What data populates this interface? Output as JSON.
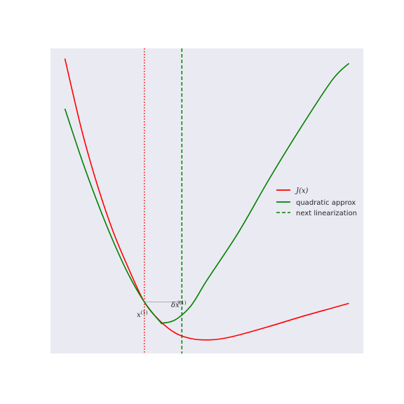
{
  "chart_data": {
    "type": "line",
    "title": "",
    "xlabel": "",
    "ylabel": "",
    "xlim": [
      -1.5,
      3.5
    ],
    "ylim": [
      -0.2,
      4.3
    ],
    "grid": false,
    "axes_visible": false,
    "background": "#eaeaf2",
    "legend_placement": "center-right",
    "series": [
      {
        "name": "J(x)",
        "style": "solid",
        "color": "#ff0000",
        "x": [
          -1.27,
          -1.0,
          -0.75,
          -0.5,
          -0.25,
          0.0,
          0.25,
          0.5,
          0.75,
          1.0,
          1.25,
          1.5,
          2.0,
          2.5,
          3.0,
          3.27
        ],
        "y": [
          4.15,
          3.09,
          2.28,
          1.6,
          1.05,
          0.56,
          0.28,
          0.1,
          0.02,
          0.0,
          0.02,
          0.07,
          0.2,
          0.34,
          0.47,
          0.54
        ]
      },
      {
        "name": "quadratic approx",
        "style": "solid",
        "color": "#008000",
        "x": [
          -1.27,
          -1.0,
          -0.75,
          -0.5,
          -0.25,
          0.0,
          0.25,
          0.3,
          0.5,
          0.75,
          1.0,
          1.5,
          2.0,
          2.5,
          3.0,
          3.27
        ],
        "y": [
          3.41,
          2.66,
          2.03,
          1.46,
          0.96,
          0.56,
          0.27,
          0.25,
          0.3,
          0.51,
          0.88,
          1.58,
          2.38,
          3.13,
          3.83,
          4.08
        ]
      },
      {
        "name": "next linearization",
        "style": "dashed",
        "color": "#008000",
        "vline_x": 0.6
      }
    ],
    "reference_lines": [
      {
        "style": "dotted",
        "color": "#ff0000",
        "x": 0.0
      }
    ],
    "annotations": [
      {
        "text": "x",
        "superscript": "(1)",
        "at_x": 0.0,
        "at_y": 0.56
      },
      {
        "text": "δx",
        "superscript": "(1)",
        "arrow_from_x": 0.0,
        "arrow_to_x": 0.6,
        "at_y": 0.56
      }
    ],
    "colors": {
      "arrow": "#9a9aa6"
    }
  }
}
